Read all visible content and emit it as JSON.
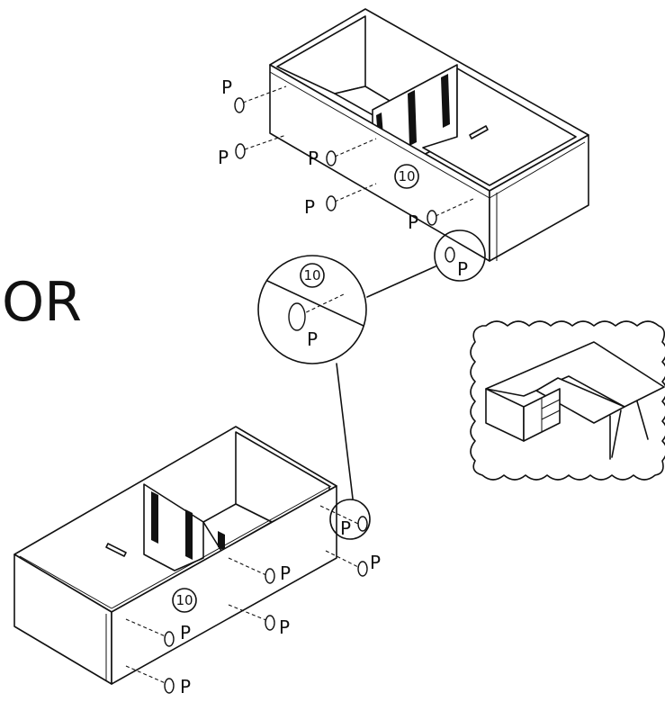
{
  "alternative_label": "OR",
  "part_label": "P",
  "step_number": "10"
}
